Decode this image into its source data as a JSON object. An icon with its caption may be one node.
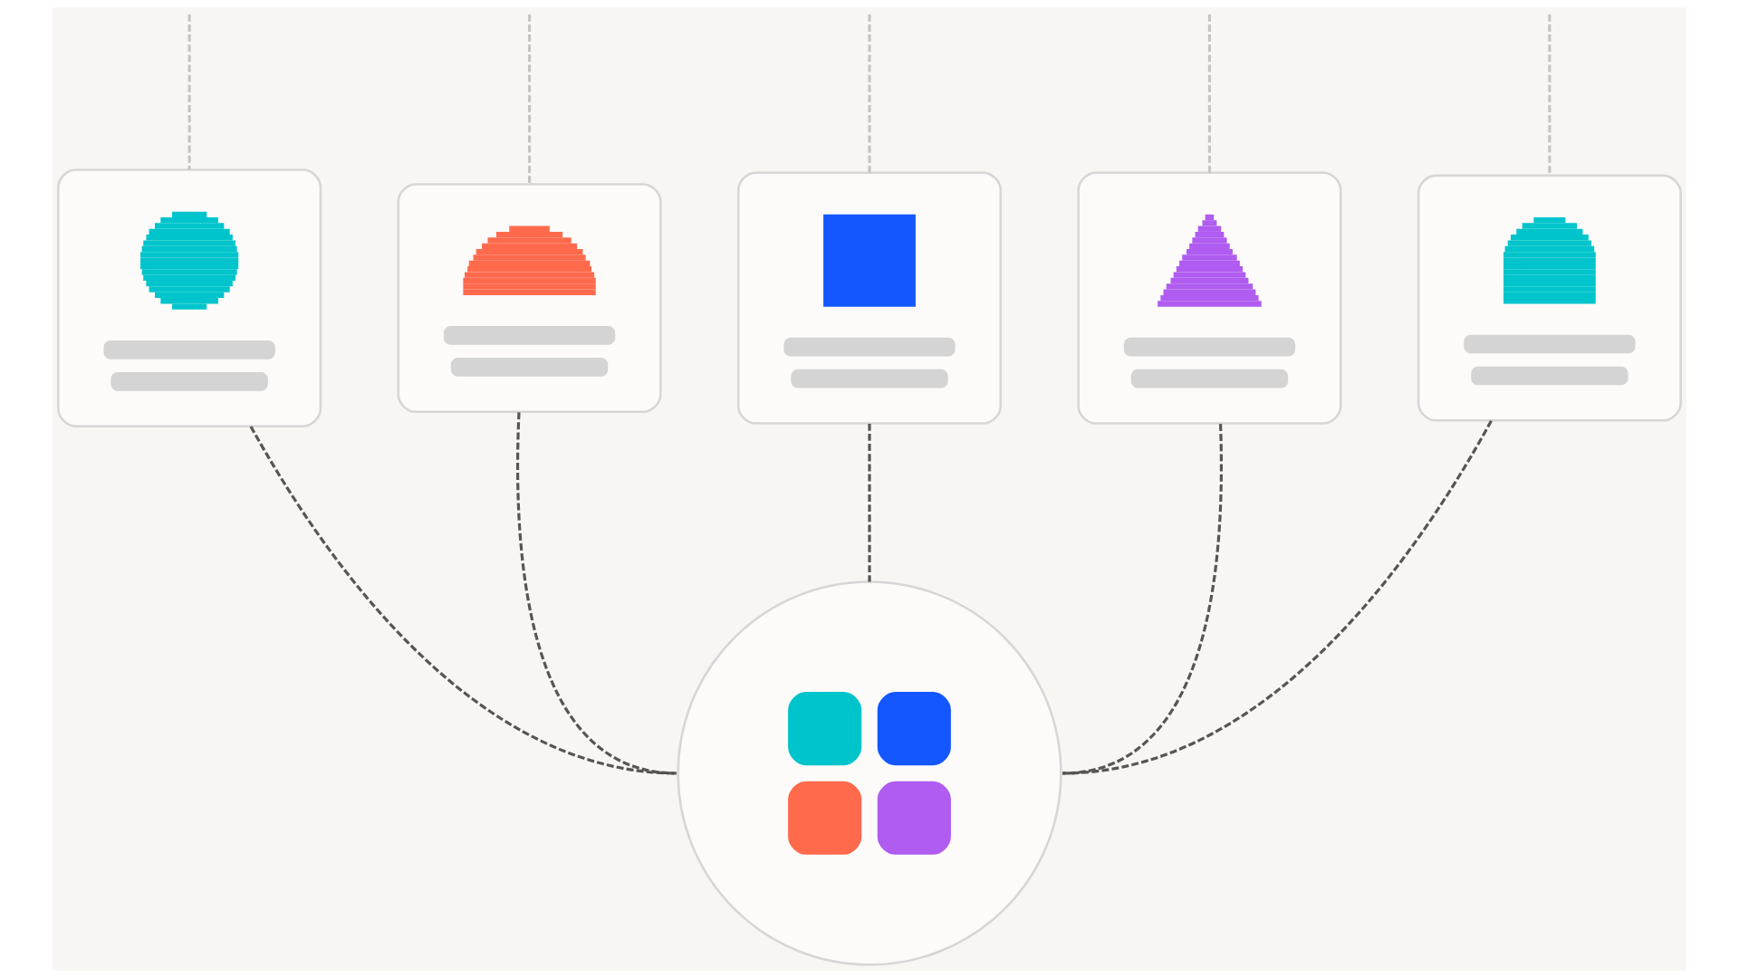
{
  "diagram": {
    "nodes": [
      {
        "text": [],
        "shape": "puzzle"
      },
      {
        "text": [],
        "shape": "puzzle"
      },
      {
        "text": [],
        "shape": "puzzle"
      },
      {
        "text": [],
        "shape": "puzzle"
      },
      {
        "text": [],
        "shape": "puzzle"
      },
      {
        "text": [],
        "shape": "circle"
      }
    ],
    "edges": [
      {
        "from": null,
        "to": 0,
        "arrow": "none",
        "style": "dashed",
        "color": "#c4c4c4"
      },
      {
        "from": null,
        "to": 1,
        "arrow": "none",
        "style": "dashed",
        "color": "#c4c4c4"
      },
      {
        "from": null,
        "to": 2,
        "arrow": "none",
        "style": "dashed",
        "color": "#c4c4c4"
      },
      {
        "from": null,
        "to": 3,
        "arrow": "none",
        "style": "dashed",
        "color": "#c4c4c4"
      },
      {
        "from": null,
        "to": 4,
        "arrow": "none",
        "style": "dashed",
        "color": "#c4c4c4"
      },
      {
        "from": 0,
        "to": 5,
        "arrow": "none",
        "style": "dashed",
        "color": "#555555"
      },
      {
        "from": 1,
        "to": 5,
        "arrow": "none",
        "style": "dashed",
        "color": "#555555"
      },
      {
        "from": 2,
        "to": 5,
        "arrow": "none",
        "style": "dashed",
        "color": "#555555"
      },
      {
        "from": 3,
        "to": 5,
        "arrow": "none",
        "style": "dashed",
        "color": "#555555"
      },
      {
        "from": 4,
        "to": 5,
        "arrow": "none",
        "style": "dashed",
        "color": "#555555"
      }
    ]
  }
}
